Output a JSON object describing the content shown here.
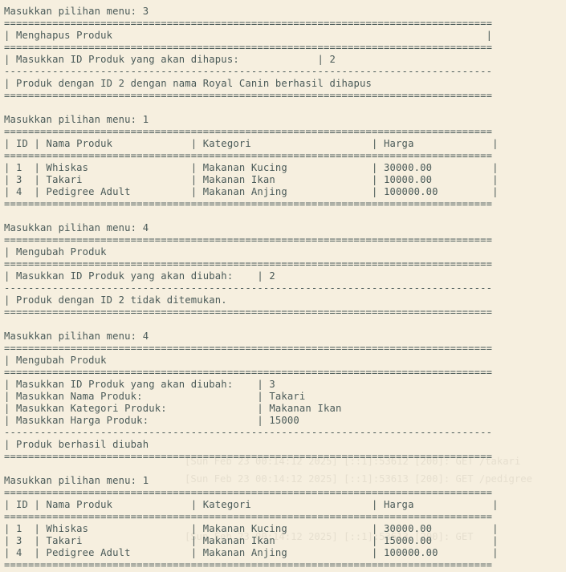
{
  "terminal": {
    "lines": [
      "Masukkan pilihan menu: 3",
      "=================================================================================",
      "| Menghapus Produk                                                              |",
      "=================================================================================",
      "| Masukkan ID Produk yang akan dihapus:             | 2",
      "---------------------------------------------------------------------------------",
      "| Produk dengan ID 2 dengan nama Royal Canin berhasil dihapus",
      "=================================================================================",
      "",
      "Masukkan pilihan menu: 1",
      "=================================================================================",
      "| ID | Nama Produk             | Kategori                    | Harga             |",
      "=================================================================================",
      "| 1  | Whiskas                 | Makanan Kucing              | 30000.00          |",
      "| 3  | Takari                  | Makanan Ikan                | 10000.00          |",
      "| 4  | Pedigree Adult          | Makanan Anjing              | 100000.00         |",
      "=================================================================================",
      "",
      "Masukkan pilihan menu: 4",
      "=================================================================================",
      "| Mengubah Produk",
      "=================================================================================",
      "| Masukkan ID Produk yang akan diubah:    | 2",
      "---------------------------------------------------------------------------------",
      "| Produk dengan ID 2 tidak ditemukan.",
      "=================================================================================",
      "",
      "Masukkan pilihan menu: 4",
      "=================================================================================",
      "| Mengubah Produk",
      "=================================================================================",
      "| Masukkan ID Produk yang akan diubah:    | 3",
      "| Masukkan Nama Produk:                   | Takari",
      "| Masukkan Kategori Produk:               | Makanan Ikan",
      "| Masukkan Harga Produk:                  | 15000",
      "---------------------------------------------------------------------------------",
      "| Produk berhasil diubah",
      "=================================================================================",
      "",
      "Masukkan pilihan menu: 1",
      "=================================================================================",
      "| ID | Nama Produk             | Kategori                    | Harga             |",
      "=================================================================================",
      "| 1  | Whiskas                 | Makanan Kucing              | 30000.00          |",
      "| 3  | Takari                  | Makanan Ikan                | 15000.00          |",
      "| 4  | Pedigree Adult          | Makanan Anjing              | 100000.00         |",
      "================================================================================="
    ]
  },
  "ghost_lines": [
    "[Sun Feb 23 00:14:12 2025] [::1]:53612 [200]: GET /takari",
    "[Sun Feb 23 00:14:12 2025] [::1]:53613 [200]: GET /pedigree",
    "[Sun Feb 23 00:14:12 2025] [::1]:53613 [200]: GET"
  ],
  "colors": {
    "background": "#f6efdf",
    "text": "#4a5a58",
    "ghost_text": "#e6dfcf"
  }
}
